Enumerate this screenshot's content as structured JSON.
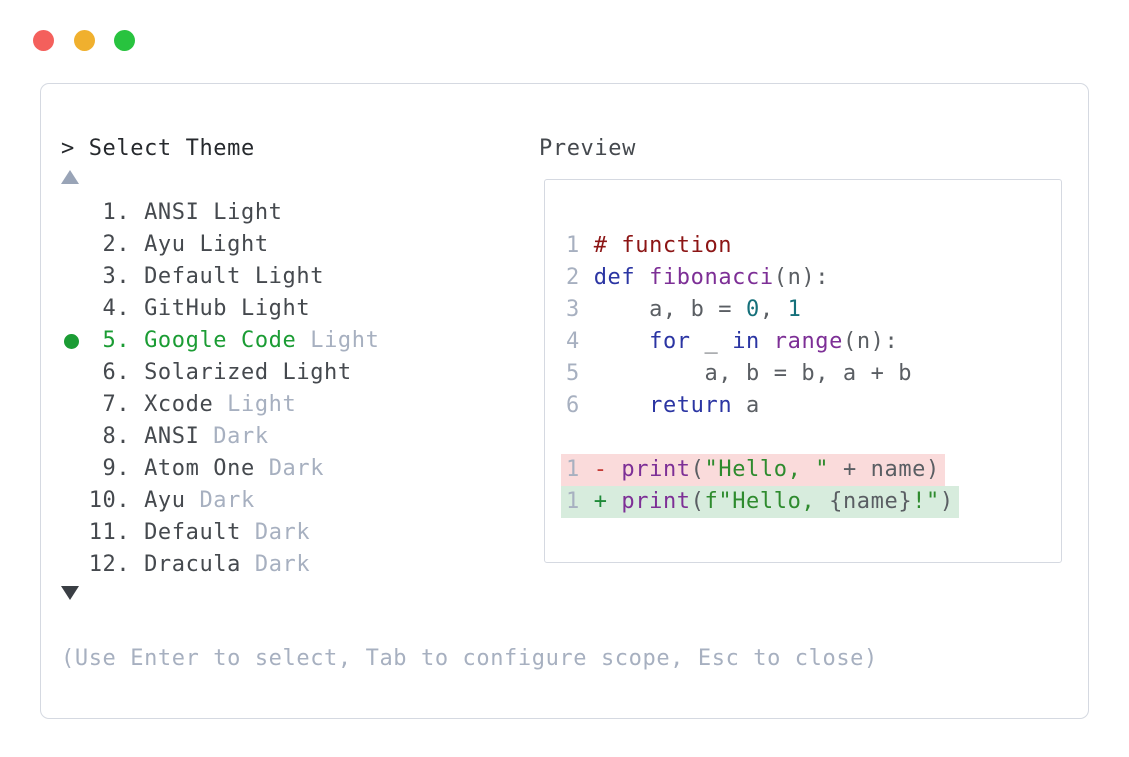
{
  "palette": {
    "traffic_red": "#f4605c",
    "traffic_yellow": "#f0b02e",
    "traffic_green": "#28c33f",
    "panel_border": "#d5d9e1",
    "text_primary": "#26292d",
    "text_item": "#45494e",
    "text_muted": "#a7b0c0",
    "accent_green": "#1b9c34",
    "scroll_up": "#99a4b7",
    "scroll_down": "#3a3e44",
    "line_number": "#a7b0c0",
    "code_plain": "#5a5e63",
    "code_comment": "#8c1515",
    "code_keyword": "#2b35a3",
    "code_function": "#7d2f96",
    "code_number": "#15707a",
    "code_string": "#2e8b2e",
    "diff_del_text": "#c43a35",
    "diff_add_text": "#1e8a38",
    "diff_del_bg": "#fadbdb",
    "diff_add_bg": "#d7ecdd"
  },
  "picker": {
    "prompt": "> Select Theme",
    "help": "(Use Enter to select, Tab to configure scope, Esc to close)",
    "items": [
      {
        "number": "1",
        "name": "ANSI Light",
        "suffix": "",
        "selected": false
      },
      {
        "number": "2",
        "name": "Ayu Light",
        "suffix": "",
        "selected": false
      },
      {
        "number": "3",
        "name": "Default Light",
        "suffix": "",
        "selected": false
      },
      {
        "number": "4",
        "name": "GitHub Light",
        "suffix": "",
        "selected": false
      },
      {
        "number": "5",
        "name": "Google Code",
        "suffix": "Light",
        "selected": true
      },
      {
        "number": "6",
        "name": "Solarized Light",
        "suffix": "",
        "selected": false
      },
      {
        "number": "7",
        "name": "Xcode",
        "suffix": "Light",
        "selected": false
      },
      {
        "number": "8",
        "name": "ANSI",
        "suffix": "Dark",
        "selected": false
      },
      {
        "number": "9",
        "name": "Atom One",
        "suffix": "Dark",
        "selected": false
      },
      {
        "number": "10",
        "name": "Ayu",
        "suffix": "Dark",
        "selected": false
      },
      {
        "number": "11",
        "name": "Default",
        "suffix": "Dark",
        "selected": false
      },
      {
        "number": "12",
        "name": "Dracula",
        "suffix": "Dark",
        "selected": false
      }
    ]
  },
  "preview": {
    "label": "Preview",
    "code_lines": [
      {
        "ln": "1",
        "tokens": [
          [
            "comment",
            "# function"
          ]
        ]
      },
      {
        "ln": "2",
        "tokens": [
          [
            "kw",
            "def"
          ],
          [
            "plain",
            " "
          ],
          [
            "fn",
            "fibonacci"
          ],
          [
            "plain",
            "(n):"
          ]
        ]
      },
      {
        "ln": "3",
        "tokens": [
          [
            "plain",
            "    a, b = "
          ],
          [
            "num",
            "0"
          ],
          [
            "plain",
            ", "
          ],
          [
            "num",
            "1"
          ]
        ]
      },
      {
        "ln": "4",
        "tokens": [
          [
            "plain",
            "    "
          ],
          [
            "kw",
            "for"
          ],
          [
            "plain",
            " _ "
          ],
          [
            "kw",
            "in"
          ],
          [
            "plain",
            " "
          ],
          [
            "fn",
            "range"
          ],
          [
            "plain",
            "(n):"
          ]
        ]
      },
      {
        "ln": "5",
        "tokens": [
          [
            "plain",
            "        a, b = b, a + b"
          ]
        ]
      },
      {
        "ln": "6",
        "tokens": [
          [
            "plain",
            "    "
          ],
          [
            "kw",
            "return"
          ],
          [
            "plain",
            " a"
          ]
        ]
      },
      {
        "ln": "",
        "tokens": []
      },
      {
        "ln": "1",
        "diff": "del",
        "tokens": [
          [
            "del",
            "- "
          ],
          [
            "fn",
            "print"
          ],
          [
            "plain",
            "("
          ],
          [
            "str",
            "\"Hello, \""
          ],
          [
            "plain",
            " + name)"
          ]
        ]
      },
      {
        "ln": "1",
        "diff": "add",
        "tokens": [
          [
            "add",
            "+ "
          ],
          [
            "fn",
            "print"
          ],
          [
            "plain",
            "("
          ],
          [
            "str",
            "f\"Hello, "
          ],
          [
            "plain",
            "{name}"
          ],
          [
            "str",
            "!\""
          ],
          [
            "plain",
            ")"
          ]
        ]
      }
    ]
  }
}
